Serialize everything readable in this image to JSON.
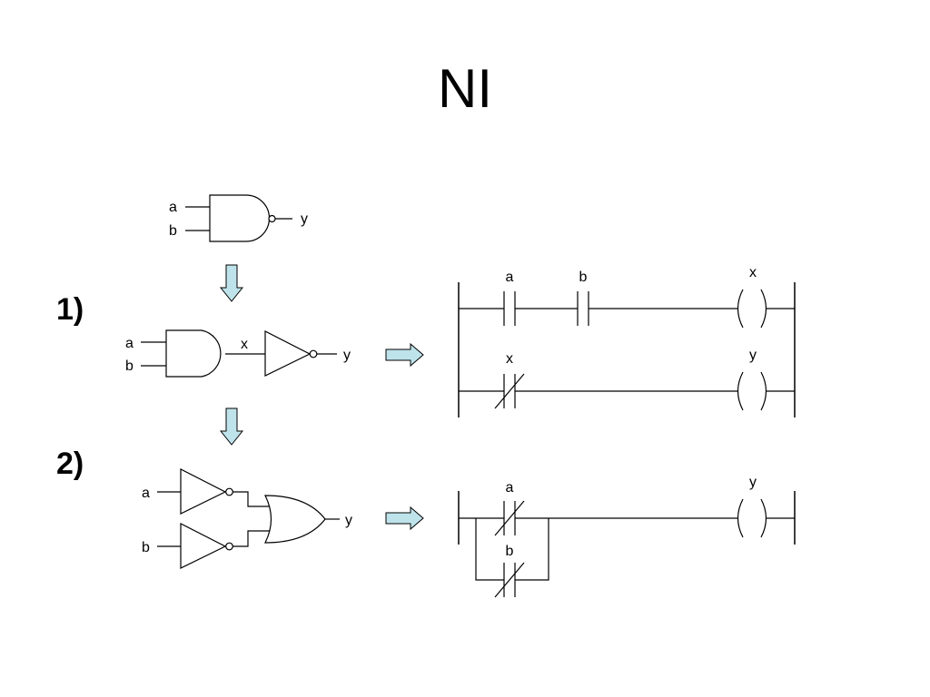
{
  "title": "NI",
  "steps": {
    "step1": "1)",
    "step2": "2)"
  },
  "gate_diagram_top": {
    "input_a": "a",
    "input_b": "b",
    "output_y": "y"
  },
  "gate_diagram_1": {
    "input_a": "a",
    "input_b": "b",
    "intermediate_x": "x",
    "output_y": "y"
  },
  "gate_diagram_2": {
    "input_a": "a",
    "input_b": "b",
    "output_y": "y"
  },
  "ladder_1": {
    "rung1": {
      "contact_a": "a",
      "contact_b": "b",
      "coil": "x"
    },
    "rung2": {
      "contact_x": "x",
      "coil": "y"
    }
  },
  "ladder_2": {
    "contact_a": "a",
    "contact_b": "b",
    "coil": "y"
  }
}
